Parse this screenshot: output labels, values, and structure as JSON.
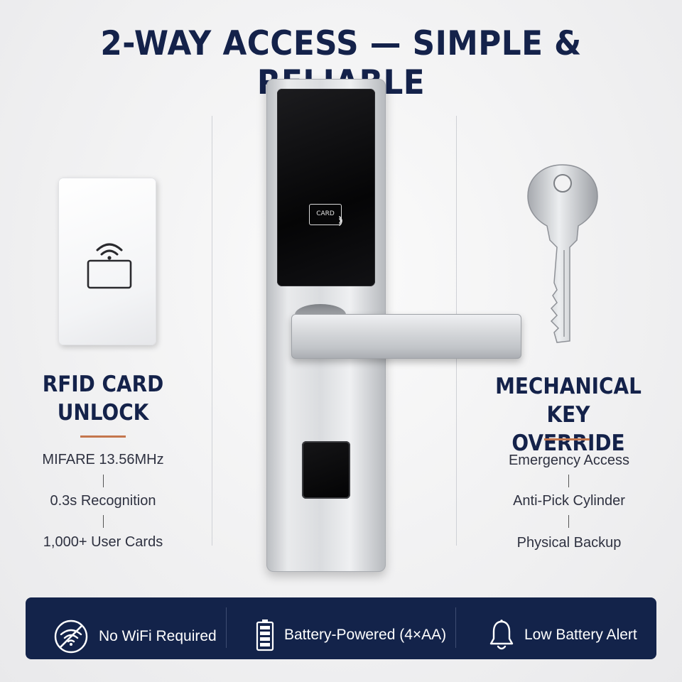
{
  "header": {
    "title": "2-WAY ACCESS — SIMPLE & RELIABLE"
  },
  "lock": {
    "screen_label": "CARD"
  },
  "left": {
    "heading_line1": "RFID CARD",
    "heading_line2": "UNLOCK",
    "features": [
      "MIFARE 13.56MHz",
      "0.3s Recognition",
      "1,000+ User Cards"
    ]
  },
  "right": {
    "heading_line1": "MECHANICAL KEY",
    "heading_line2": "OVERRIDE",
    "features": [
      "Emergency Access",
      "Anti-Pick Cylinder",
      "Physical Backup"
    ]
  },
  "footer": {
    "items": [
      {
        "icon": "no-wifi-icon",
        "label": "No WiFi Required"
      },
      {
        "icon": "battery-icon",
        "label": "Battery-Powered (4×AA)"
      },
      {
        "icon": "bell-icon",
        "label": "Low Battery Alert"
      }
    ]
  },
  "colors": {
    "navy": "#13234a",
    "accent": "#c4764d"
  }
}
